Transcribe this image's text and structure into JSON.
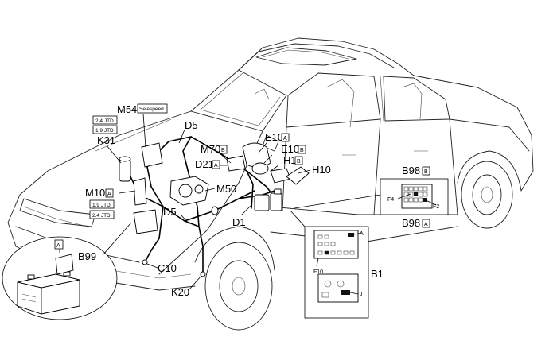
{
  "labels": {
    "M54": "M54",
    "selespeed": "Selespeed",
    "jtd24a": "2.4 JTD",
    "jtd19a": "1.9 JTD",
    "K31": "K31",
    "D5_top": "D5",
    "M70": "M70",
    "M70_box": "B",
    "D21": "D21",
    "D21_box": "A",
    "E10A": "E10",
    "E10A_box": "A",
    "E10B": "E10",
    "E10B_box": "B",
    "H1": "H1",
    "H1_box": "B",
    "H10": "H10",
    "M10": "M10",
    "M10_box": "A",
    "jtd19b": "1.9 JTD",
    "jtd24b": "2.4 JTD",
    "M50": "M50",
    "D5_bot": "D5",
    "D1": "D1",
    "B98B": "B98",
    "B98B_box": "B",
    "B98A": "B98",
    "B98A_box": "A",
    "F4": "F4",
    "F2": "F2",
    "A_battery": "A",
    "B99": "B99",
    "C10": "C10",
    "K20": "K20",
    "A_fuse": "A",
    "F10": "F10",
    "B1": "B1",
    "J": "J"
  }
}
